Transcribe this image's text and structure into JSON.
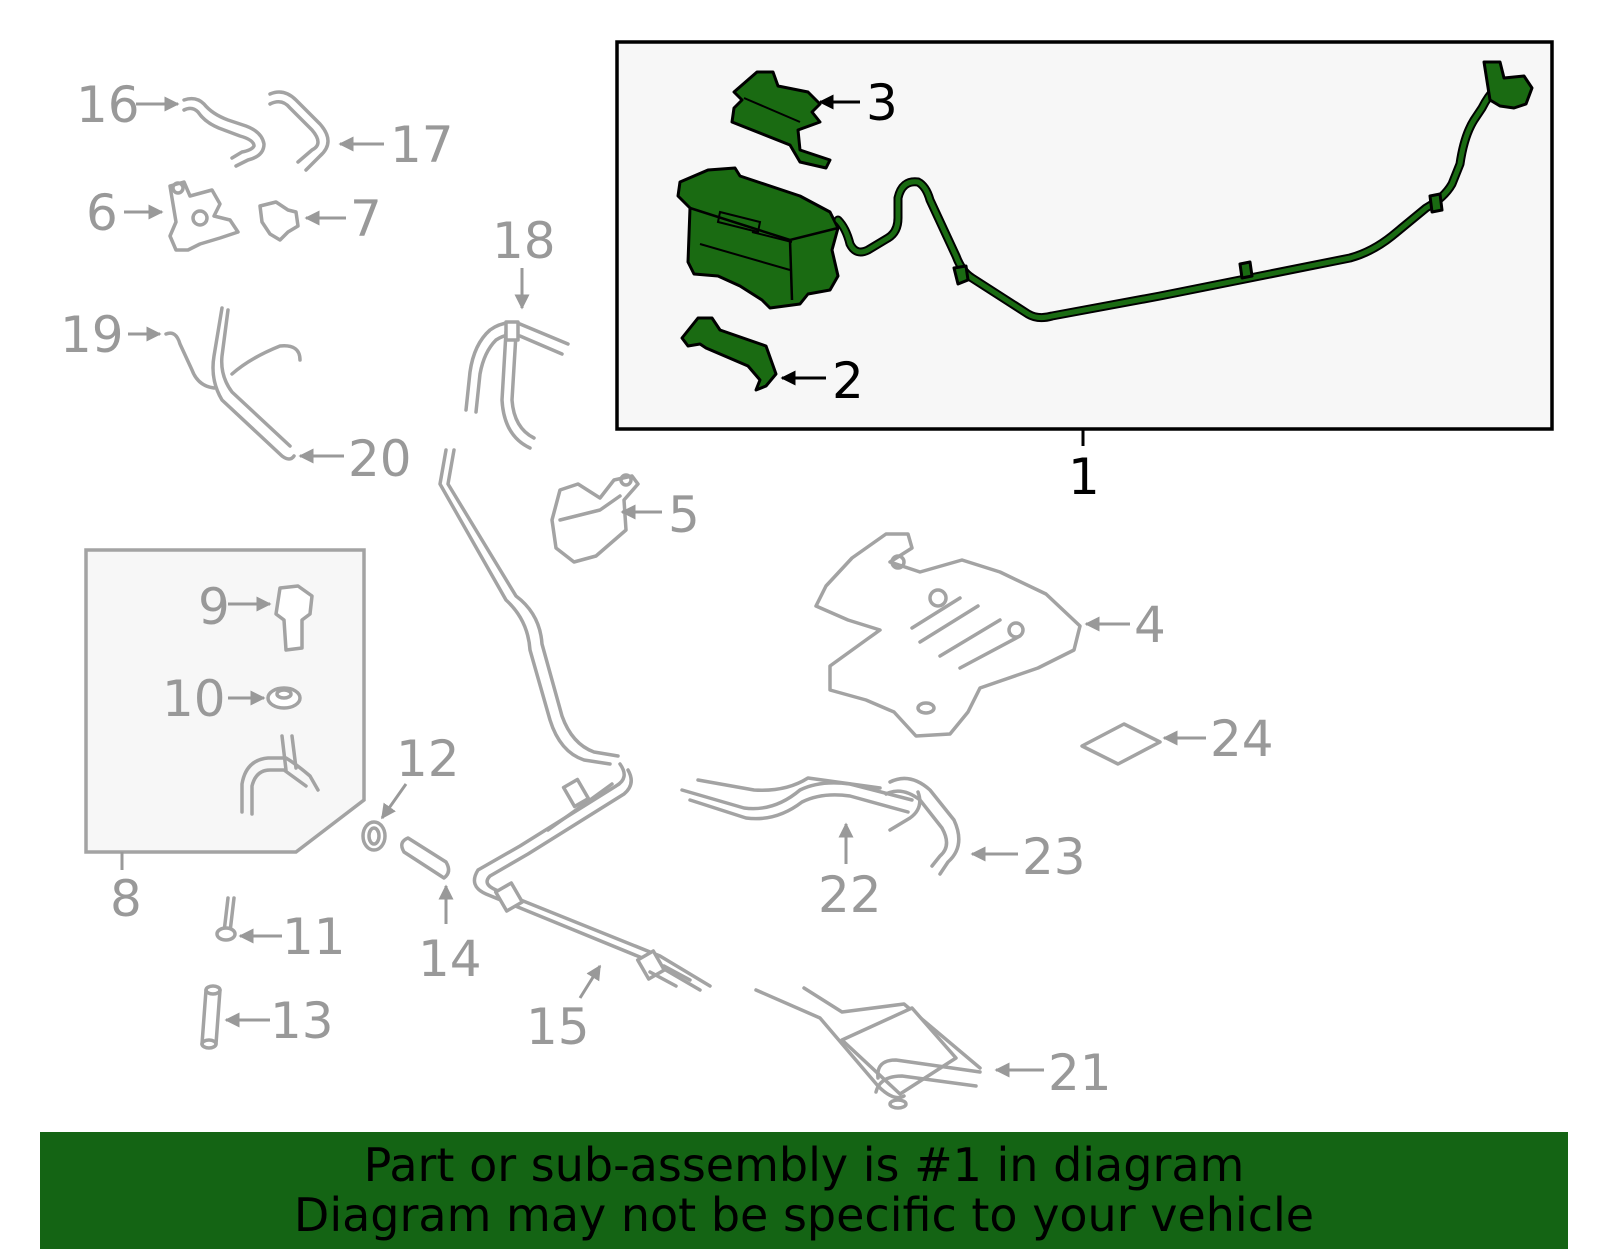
{
  "callouts": {
    "c1": "1",
    "c2": "2",
    "c3": "3",
    "c4": "4",
    "c5": "5",
    "c6": "6",
    "c7": "7",
    "c8": "8",
    "c9": "9",
    "c10": "10",
    "c11": "11",
    "c12": "12",
    "c13": "13",
    "c14": "14",
    "c15": "15",
    "c16": "16",
    "c17": "17",
    "c18": "18",
    "c19": "19",
    "c20": "20",
    "c21": "21",
    "c22": "22",
    "c23": "23",
    "c24": "24"
  },
  "banner": {
    "line1": "Part or sub-assembly is #1 in diagram",
    "line2": "Diagram may not be specific to your vehicle"
  },
  "colors": {
    "highlight": "#1a6b12",
    "banner": "#146414",
    "part_line": "#a3a3a3",
    "callout_grey": "#999999"
  }
}
